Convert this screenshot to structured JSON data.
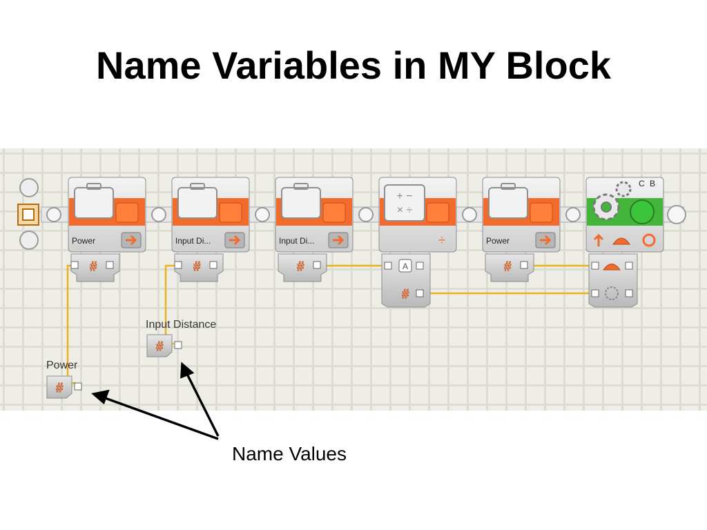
{
  "title": "Name Variables in MY Block",
  "caption": "Name Values",
  "blocks": [
    {
      "label": "Power",
      "type": "variable"
    },
    {
      "label": "Input Di...",
      "type": "variable"
    },
    {
      "label": "Input Di...",
      "type": "variable"
    },
    {
      "label": "",
      "type": "math"
    },
    {
      "label": "Power",
      "type": "variable"
    },
    {
      "label": "C B",
      "type": "motor"
    }
  ],
  "floating_vars": [
    {
      "label": "Input Distance"
    },
    {
      "label": "Power"
    }
  ],
  "colors": {
    "accent_orange": "#f26a2c",
    "motor_green": "#43b53a",
    "wire_yellow": "#e9b21c",
    "block_gray": "#c8c8c8"
  },
  "icons": [
    "briefcase-icon",
    "math-icon",
    "gear-icon",
    "number-icon",
    "arrow-icon"
  ]
}
